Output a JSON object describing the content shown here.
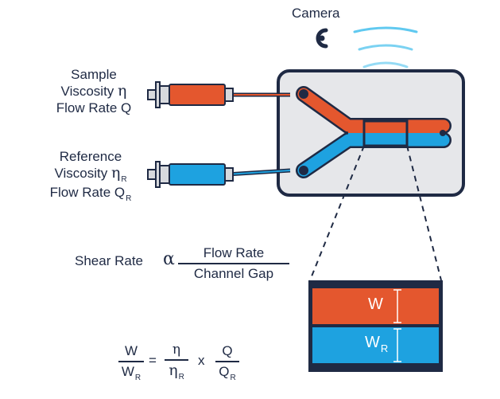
{
  "camera": {
    "label": "Camera",
    "icon": "camera-icon"
  },
  "sample": {
    "title": "Sample",
    "viscosity_text": "Viscosity",
    "viscosity_symbol": "η",
    "flow_text": "Flow Rate",
    "flow_symbol": "Q",
    "color": "#e4572e"
  },
  "reference": {
    "title": "Reference",
    "viscosity_text": "Viscosity",
    "viscosity_symbol": "η",
    "viscosity_sub": "R",
    "flow_text": "Flow Rate",
    "flow_symbol": "Q",
    "flow_sub": "R",
    "color": "#1ea2e0"
  },
  "shear": {
    "prefix": "Shear Rate",
    "alpha": "α",
    "numerator": "Flow Rate",
    "denominator": "Channel Gap"
  },
  "channel_detail": {
    "top_label": "W",
    "bottom_label": "W",
    "bottom_sub": "R",
    "border_color": "#1f2a44"
  },
  "formula": {
    "w": "W",
    "wr": "W",
    "wr_sub": "R",
    "equals": "=",
    "eta": "η",
    "etar": "η",
    "etar_sub": "R",
    "times": "x",
    "q": "Q",
    "qr": "Q",
    "qr_sub": "R"
  }
}
